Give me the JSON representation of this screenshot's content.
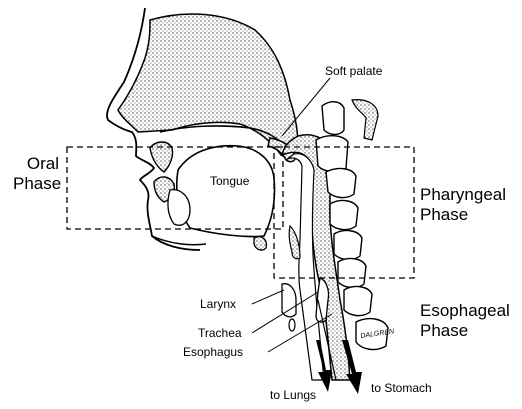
{
  "diagram": {
    "phases": {
      "oral": [
        "Oral",
        "Phase"
      ],
      "pharyngeal": [
        "Pharyngeal",
        "Phase"
      ],
      "esophageal": [
        "Esophageal",
        "Phase"
      ]
    },
    "parts": {
      "soft_palate": "Soft palate",
      "tongue": "Tongue",
      "larynx": "Larynx",
      "trachea": "Trachea",
      "esophagus": "Esophagus"
    },
    "destinations": {
      "lungs": "to Lungs",
      "stomach": "to Stomach"
    },
    "signature": "DALGREN"
  }
}
